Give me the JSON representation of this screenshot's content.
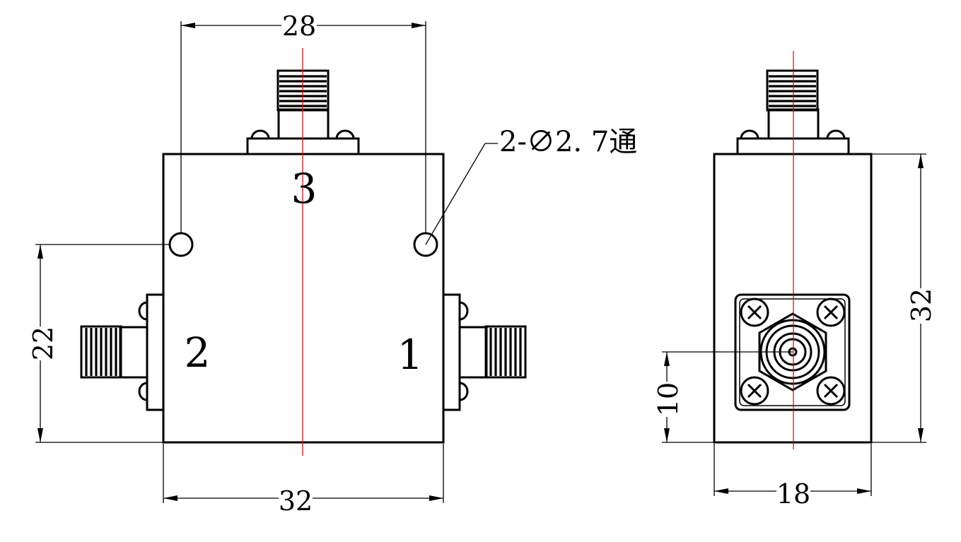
{
  "dimensions": {
    "top_width": "28",
    "bottom_width": "32",
    "left_height": "22",
    "side_height": "32",
    "side_width": "18",
    "port_offset": "10"
  },
  "ports": {
    "port_1": "1",
    "port_2": "2",
    "port_3": "3"
  },
  "hole_note": "2-∅2. 7通",
  "colors": {
    "line": "#000000",
    "centerline": "#e00000",
    "background": "#ffffff"
  }
}
